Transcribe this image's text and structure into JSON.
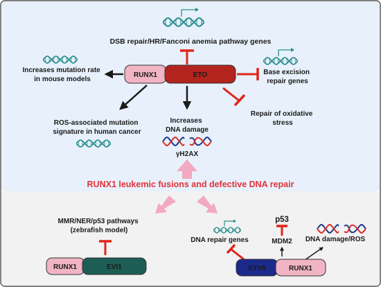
{
  "top": {
    "dsb_label": "DSB repair/HR/Fanconi anemia pathway genes",
    "runx1": "RUNX1",
    "eto": "ETO",
    "mutation_rate": [
      "Increases mutation rate",
      "in mouse models"
    ],
    "base_excision": [
      "Base excision",
      "repair genes"
    ],
    "ros_signature": [
      "ROS-associated mutation",
      "signature in human cancer"
    ],
    "dna_damage": [
      "Increases",
      "DNA damage"
    ],
    "gamma_h2ax": "γH2AX",
    "oxidative": [
      "Repair of oxidative",
      "stress"
    ]
  },
  "center_title": "RUNX1 leukemic fusions and defective DNA repair",
  "bottom_left": {
    "pathways": [
      "MMR/NER/p53 pathways",
      "(zebrafish model)"
    ],
    "runx1": "RUNX1",
    "evi1": "EVI1"
  },
  "bottom_right": {
    "p53": "p53",
    "mdm2": "MDM2",
    "repair_genes": "DNA repair genes",
    "damage_ros": "DNA damage/ROS",
    "etv6": "ETV6",
    "runx1": "RUNX1"
  },
  "colors": {
    "top_bg": "#e8f1fb",
    "bottom_bg": "#f2f2f2",
    "runx1_fill": "#f0b4c4",
    "eto_fill": "#b3241f",
    "evi1_fill": "#1c5e55",
    "etv6_fill": "#1c2a8c",
    "inhibit_red": "#e0241b",
    "title_red": "#e0333a",
    "pink_arrow": "#f2a9c2",
    "dna_teal": "#2a8f8f"
  }
}
